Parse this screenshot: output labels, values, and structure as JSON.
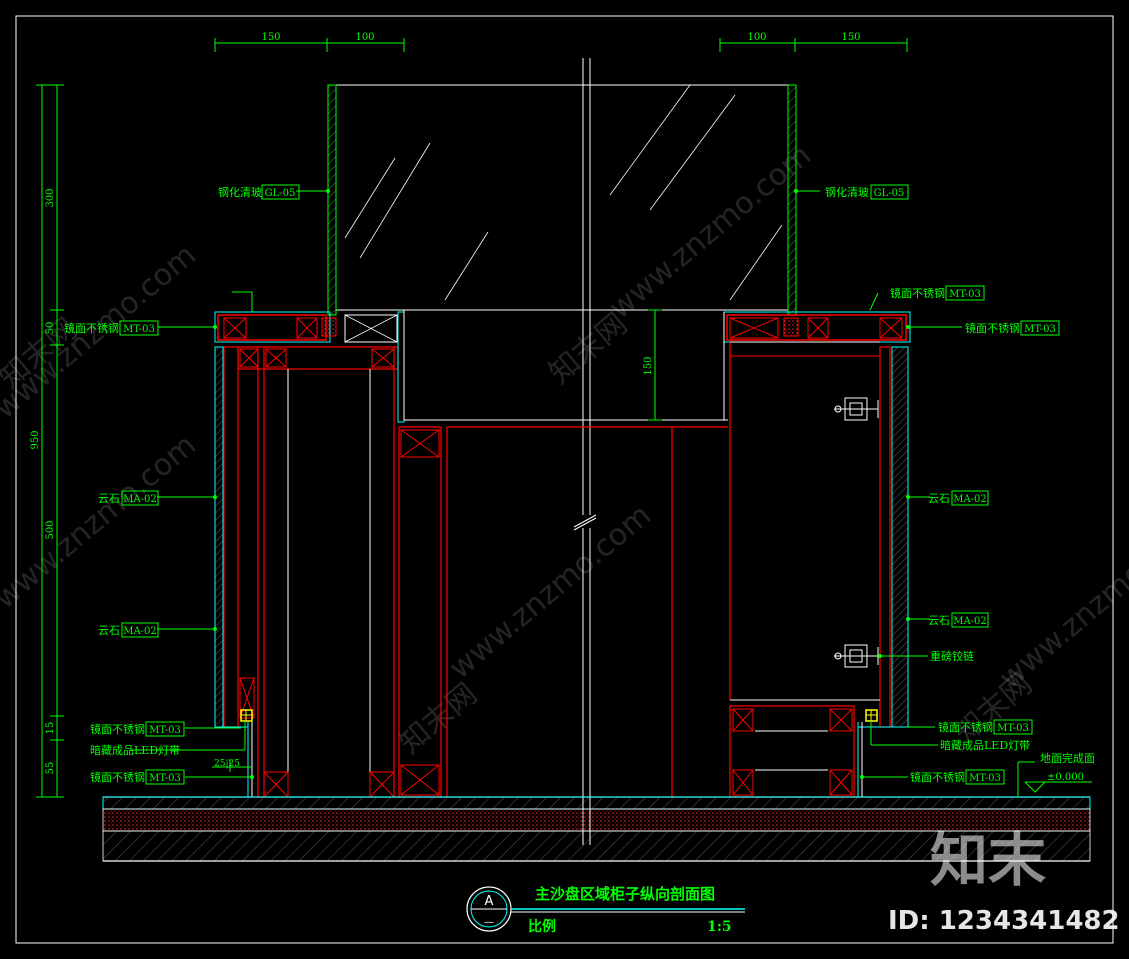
{
  "drawing": {
    "title": "主沙盘区域柜子纵向剖面图",
    "scale_label": "比例",
    "scale_value": "1:5",
    "section_mark": "A",
    "section_sub": "—"
  },
  "dimensions": {
    "top_left": [
      "150",
      "100"
    ],
    "top_right": [
      "100",
      "150"
    ],
    "left_vertical": [
      "300",
      "50",
      "950",
      "500",
      "15",
      "55"
    ],
    "inner_vertical": "150",
    "bottom_small": "25|25"
  },
  "materials": {
    "glass": {
      "name": "钢化清玻",
      "code": "GL-05"
    },
    "mirror_steel": {
      "name": "镜面不锈钢",
      "code": "MT-03"
    },
    "mirror_steel_alt": {
      "name": "镜面不锈钢",
      "code": "MT-03"
    },
    "stone": {
      "name": "云石",
      "code": "MA-02"
    },
    "led_strip": {
      "name": "暗藏成品LED灯带"
    },
    "hinge": {
      "name": "重磅铰链"
    },
    "floor_finish": {
      "name": "地面完成面",
      "elevation": "±0.000"
    }
  },
  "watermark": {
    "text": "www.znzmo.com",
    "brand": "知末网",
    "logo": "知末",
    "id_label": "ID: 1234341482"
  },
  "colors": {
    "background": "#000000",
    "dimension": "#00ff00",
    "structure": "#ff0000",
    "outline": "#ffffff",
    "finish": "#00ffff",
    "led": "#ffff00"
  }
}
